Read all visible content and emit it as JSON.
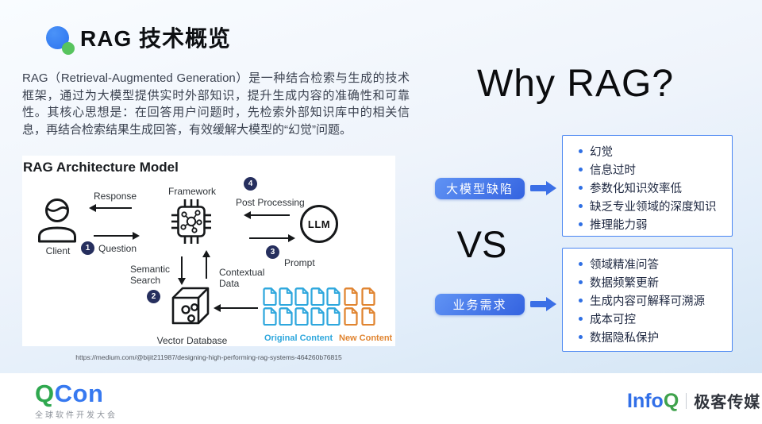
{
  "slide": {
    "title": "RAG 技术概览",
    "intro": "RAG（Retrieval-Augmented Generation）是一种结合检索与生成的技术框架，通过为大模型提供实时外部知识，提升生成内容的准确性和可靠性。其核心思想是：在回答用户问题时，先检索外部知识库中的相关信息，再结合检索结果生成回答，有效缓解大模型的“幻觉”问题。"
  },
  "diagram": {
    "title": "RAG Architecture Model",
    "nodes": {
      "client": "Client",
      "framework": "Framework",
      "llm": "LLM",
      "vector_db": "Vector Database"
    },
    "labels": {
      "response": "Response",
      "question": "Question",
      "post_processing": "Post Processing",
      "prompt": "Prompt",
      "semantic_search": "Semantic Search",
      "contextual_data": "Contextual Data",
      "original_content": "Original Content",
      "new_content": "New Content"
    },
    "steps": [
      "1",
      "2",
      "3",
      "4"
    ],
    "doc_rows": [
      [
        "original",
        "original",
        "original",
        "original",
        "original",
        "new",
        "new"
      ],
      [
        "original",
        "original",
        "original",
        "original",
        "original",
        "new",
        "new"
      ]
    ],
    "source_url": "https://medium.com/@bijit211987/designing-high-performing-rag-systems-464260b76815"
  },
  "right": {
    "heading": "Why RAG?",
    "vs_label": "VS",
    "defects": {
      "label": "大模型缺陷",
      "items": [
        "幻觉",
        "信息过时",
        "参数化知识效率低",
        "缺乏专业领域的深度知识",
        "推理能力弱"
      ]
    },
    "needs": {
      "label": "业务需求",
      "items": [
        "领域精准问答",
        "数据频繁更新",
        "生成内容可解释可溯源",
        "成本可控",
        "数据隐私保护"
      ]
    }
  },
  "footer": {
    "qcon": {
      "q": "Q",
      "con": "Con",
      "subtitle": "全球软件开发大会"
    },
    "infoq": {
      "info": "Info",
      "q": "Q",
      "brand": "极客传媒"
    }
  },
  "colors": {
    "accent-blue": "#3b6fe6",
    "box-border": "#4a86f2",
    "badge-navy": "#262f5e",
    "doc-blue": "#2ea7dd",
    "doc-orange": "#e08430",
    "qcon-green": "#2fa84f",
    "qcon-blue": "#3779f0",
    "infoq-blue": "#316fe8",
    "infoq-green": "#3fa24c"
  }
}
